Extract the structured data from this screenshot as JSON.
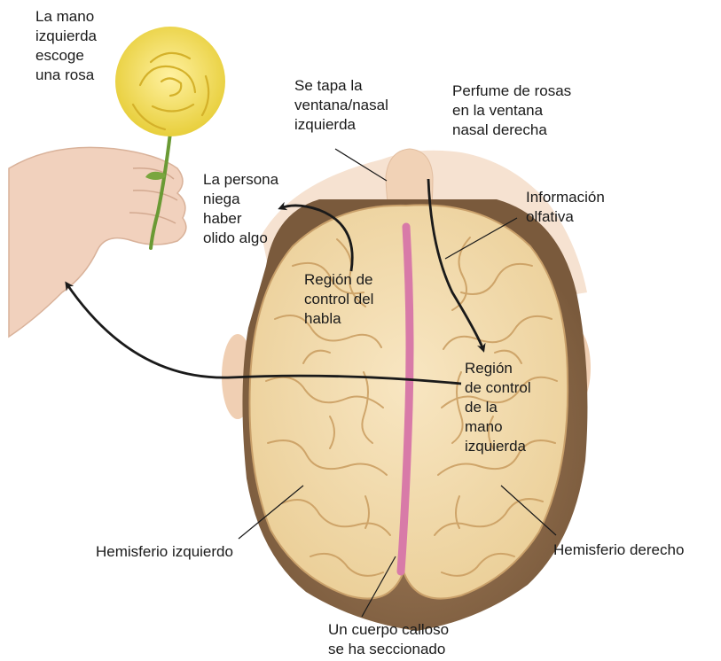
{
  "labels": {
    "hand_picks_rose": "La mano\nizquierda\nescoge\nuna rosa",
    "left_nostril_blocked": "Se tapa la\nventana/nasal\nizquierda",
    "rose_perfume_right": "Perfume de rosas\nen la ventana\nnasal derecha",
    "olfactory_info": "Información\nolfativa",
    "person_denies": "La persona\nniega\nhaber\nolido algo",
    "speech_region": "Región de\ncontrol del\nhabla",
    "left_hand_region": "Región\nde control\nde la\nmano\nizquierda",
    "left_hemisphere": "Hemisferio izquierdo",
    "right_hemisphere": "Hemisferio derecho",
    "corpus_callosum": "Un cuerpo calloso\nse ha seccionado"
  },
  "colors": {
    "brain_fill": "#f2d9a8",
    "brain_folds": "#c99c5f",
    "hair": "#8b6a4a",
    "skin": "#f3d8c2",
    "callosum_cut": "#d87aa8",
    "rose": "#f2df55",
    "stem": "#6a9a34",
    "arrow": "#1a1a1a"
  },
  "icons": [
    "rose-icon",
    "hand-icon",
    "head-icon",
    "brain-icon",
    "arrow-icon"
  ]
}
